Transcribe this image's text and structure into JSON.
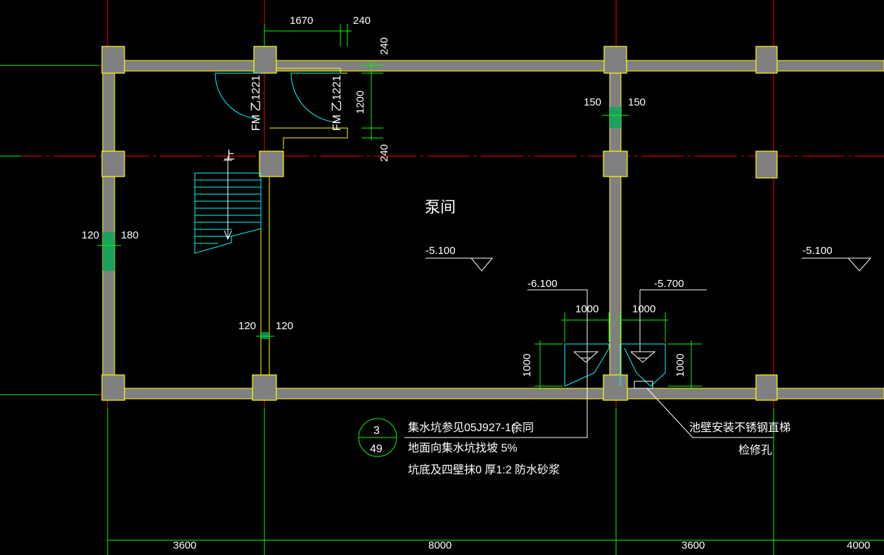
{
  "colors": {
    "background": "#000000",
    "axis_line": "#ff0000",
    "grid_line": "#00ff00",
    "wall_fill": "#808080",
    "wall_outline": "#ffff00",
    "door_arc": "#00ffff",
    "text": "#ffffff"
  },
  "dims": {
    "top_1670": "1670",
    "top_240": "240",
    "v_240_top": "240",
    "v_1200": "1200",
    "v_240_mid": "240",
    "col_150_left": "150",
    "col_150_right": "150",
    "wall_120_left": "120",
    "wall_180": "180",
    "part_120_left": "120",
    "part_120_right": "120",
    "pit_1000_left": "1000",
    "pit_1000_right": "1000",
    "pit_1000_vl": "1000",
    "pit_1000_vr": "1000"
  },
  "doors": {
    "door1": "FM 乙1221",
    "door2": "FM 乙1221"
  },
  "room_name": "泵间",
  "stair_up": "上",
  "levels": {
    "lvl_room": "-5.100",
    "lvl_right": "-5.100",
    "lvl_pit_left": "-6.100",
    "lvl_pit_right": "-5.700"
  },
  "detail_mark": {
    "top": "3",
    "bottom": "49"
  },
  "notes": {
    "note1": "集水坑参见05J927-1(",
    "note1_suffix": "余同",
    "note2": "地面向集水坑找坡 5%",
    "note3": "坑底及四壁抹0 厚1:2 防水砂浆",
    "ladder1": "池壁安装不锈钢直梯",
    "ladder2": "检修孔"
  },
  "axis_dims": {
    "d1": "3600",
    "d2": "8000",
    "d3": "3600",
    "d4": "4000"
  }
}
